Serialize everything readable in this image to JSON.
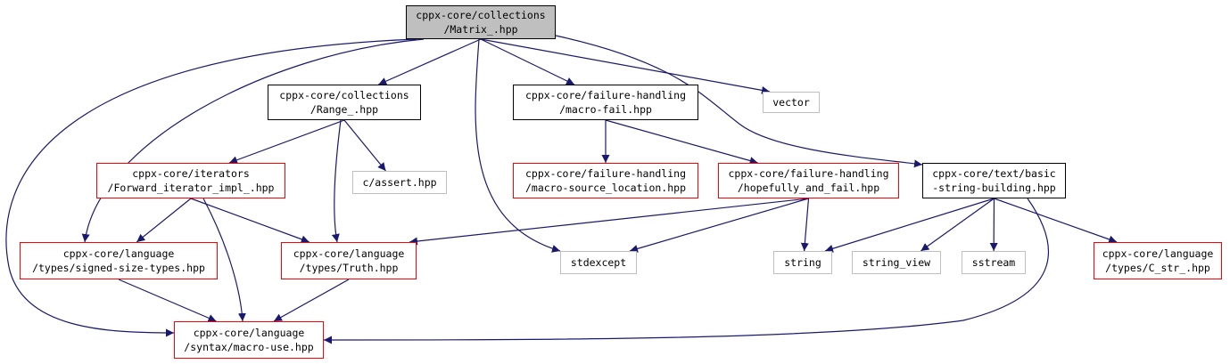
{
  "colors": {
    "edge": "#191970",
    "local_border": "#000000",
    "missing_border": "#ff0000",
    "system_border": "#bfbfbf",
    "focus_fill": "#bfbfbf"
  },
  "nodes": {
    "matrix": {
      "lines": [
        "cppx-core/collections",
        "/Matrix_.hpp"
      ],
      "kind": "focus"
    },
    "range": {
      "lines": [
        "cppx-core/collections",
        "/Range_.hpp"
      ],
      "kind": "local"
    },
    "macro_fail": {
      "lines": [
        "cppx-core/failure-handling",
        "/macro-fail.hpp"
      ],
      "kind": "local"
    },
    "vector": {
      "lines": [
        "vector"
      ],
      "kind": "system"
    },
    "fwd_iter": {
      "lines": [
        "cppx-core/iterators",
        "/Forward_iterator_impl_.hpp"
      ],
      "kind": "missing"
    },
    "c_assert": {
      "lines": [
        "c/assert.hpp"
      ],
      "kind": "system"
    },
    "macro_src_loc": {
      "lines": [
        "cppx-core/failure-handling",
        "/macro-source_location.hpp"
      ],
      "kind": "missing"
    },
    "hopefully": {
      "lines": [
        "cppx-core/failure-handling",
        "/hopefully_and_fail.hpp"
      ],
      "kind": "missing"
    },
    "basic_str": {
      "lines": [
        "cppx-core/text/basic",
        "-string-building.hpp"
      ],
      "kind": "local"
    },
    "signed_size": {
      "lines": [
        "cppx-core/language",
        "/types/signed-size-types.hpp"
      ],
      "kind": "missing"
    },
    "truth": {
      "lines": [
        "cppx-core/language",
        "/types/Truth.hpp"
      ],
      "kind": "missing"
    },
    "stdexcept": {
      "lines": [
        "stdexcept"
      ],
      "kind": "system"
    },
    "string": {
      "lines": [
        "string"
      ],
      "kind": "system"
    },
    "string_view": {
      "lines": [
        "string_view"
      ],
      "kind": "system"
    },
    "sstream": {
      "lines": [
        "sstream"
      ],
      "kind": "system"
    },
    "c_str": {
      "lines": [
        "cppx-core/language",
        "/types/C_str_.hpp"
      ],
      "kind": "missing"
    },
    "macro_use": {
      "lines": [
        "cppx-core/language",
        "/syntax/macro-use.hpp"
      ],
      "kind": "missing"
    }
  },
  "edges": [
    [
      "matrix",
      "range"
    ],
    [
      "matrix",
      "macro_fail"
    ],
    [
      "matrix",
      "vector"
    ],
    [
      "matrix",
      "basic_str"
    ],
    [
      "matrix",
      "stdexcept"
    ],
    [
      "matrix",
      "signed_size"
    ],
    [
      "matrix",
      "macro_use"
    ],
    [
      "range",
      "fwd_iter"
    ],
    [
      "range",
      "c_assert"
    ],
    [
      "range",
      "truth"
    ],
    [
      "macro_fail",
      "macro_src_loc"
    ],
    [
      "macro_fail",
      "hopefully"
    ],
    [
      "fwd_iter",
      "signed_size"
    ],
    [
      "fwd_iter",
      "truth"
    ],
    [
      "fwd_iter",
      "macro_use"
    ],
    [
      "hopefully",
      "truth"
    ],
    [
      "hopefully",
      "stdexcept"
    ],
    [
      "hopefully",
      "string"
    ],
    [
      "basic_str",
      "string"
    ],
    [
      "basic_str",
      "string_view"
    ],
    [
      "basic_str",
      "sstream"
    ],
    [
      "basic_str",
      "c_str"
    ],
    [
      "basic_str",
      "macro_use"
    ],
    [
      "signed_size",
      "macro_use"
    ],
    [
      "truth",
      "macro_use"
    ]
  ]
}
